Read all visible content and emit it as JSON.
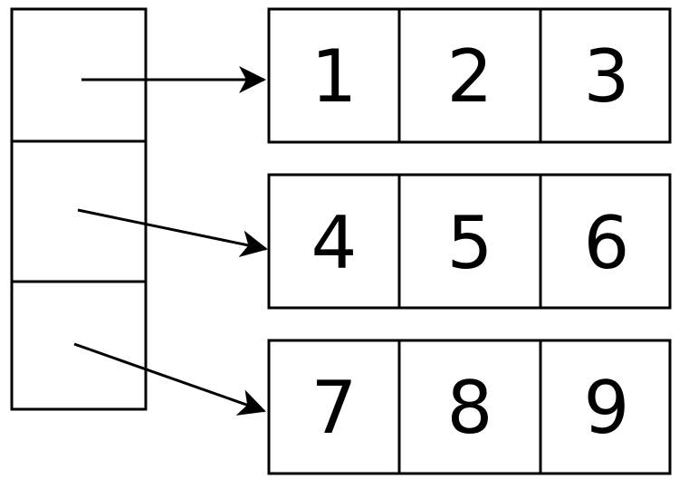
{
  "diagram": {
    "rows": [
      [
        "1",
        "2",
        "3"
      ],
      [
        "4",
        "5",
        "6"
      ],
      [
        "7",
        "8",
        "9"
      ]
    ],
    "pointer_count": 3,
    "stroke_color": "#000000",
    "background_color": "#ffffff"
  }
}
